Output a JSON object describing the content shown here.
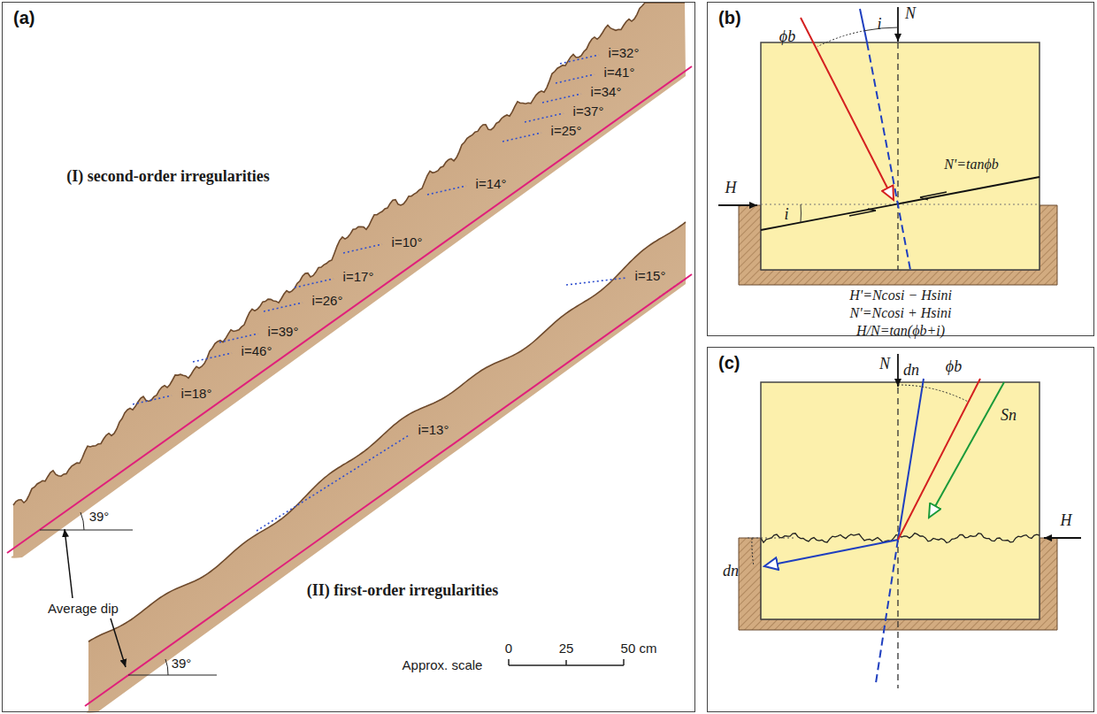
{
  "diagram": {
    "nodes": [
      {
        "text": [
          "(a)"
        ]
      },
      {
        "text": [
          "(b)"
        ]
      },
      {
        "text": [
          "(c)"
        ]
      }
    ],
    "labels": [
      "(I) second-order irregularities",
      "i=32°",
      "i=41°",
      "i=34°",
      "i=37°",
      "i=25°",
      "i=14°",
      "i=10°",
      "i=17°",
      "i=26°",
      "i=39°",
      "i=46°",
      "i=18°",
      "39°",
      "Average dip",
      "(II) first-order irregularities",
      "i=15°",
      "i=13°",
      "39°",
      "Approx. scale",
      "0",
      "25",
      "50 cm",
      "N",
      "ϕb",
      "i",
      "N'=tanϕb",
      "H",
      "i",
      "H'=Ncosi − Hsini",
      "N'=Ncosi + Hsini",
      "H/N=tan(ϕb+i)",
      "N",
      "dn",
      "ϕb",
      "Sn",
      "dn",
      "H"
    ]
  }
}
